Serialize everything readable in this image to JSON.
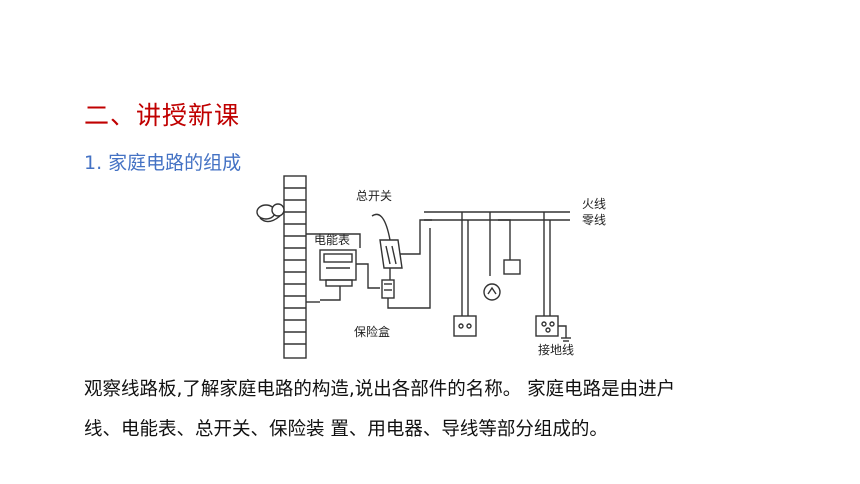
{
  "section_heading": "二、讲授新课",
  "subsection_heading": "1. 家庭电路的组成",
  "diagram": {
    "labels": {
      "main_switch": "总开关",
      "meter": "电能表",
      "fuse_box": "保险盒",
      "live_wire": "火线",
      "neutral_wire": "零线",
      "ground_wire": "接地线"
    }
  },
  "paragraph": {
    "line1": "观察线路板,了解家庭电路的构造,说出各部件的名称。 家庭电路是由进户",
    "line2": "线、电能表、总开关、保险装 置、用电器、导线等部分组成的。"
  },
  "colors": {
    "heading": "#c00000",
    "subheading": "#4472c4"
  }
}
